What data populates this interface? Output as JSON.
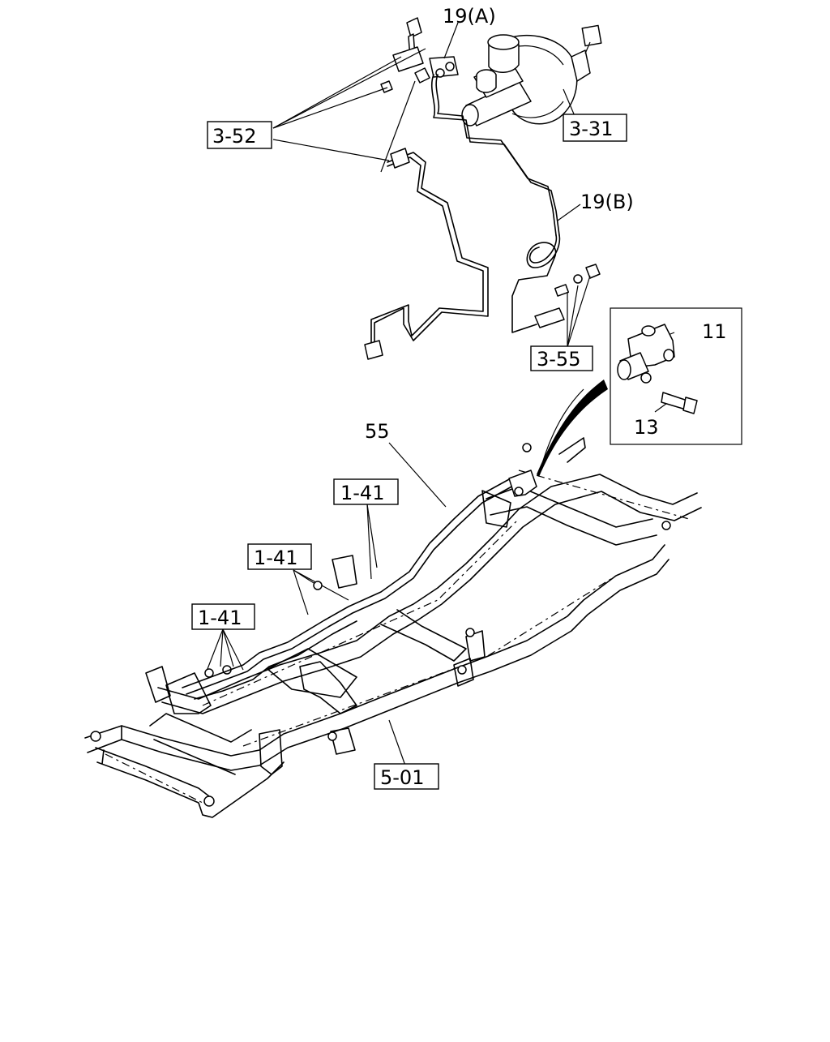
{
  "labels": {
    "l19a": "19(A)",
    "l352": "3-52",
    "l331": "3-31",
    "l19b": "19(B)",
    "l11": "11",
    "l355": "3-55",
    "l13": "13",
    "l55": "55",
    "l141a": "1-41",
    "l141b": "1-41",
    "l141c": "1-41",
    "l501": "5-01"
  }
}
